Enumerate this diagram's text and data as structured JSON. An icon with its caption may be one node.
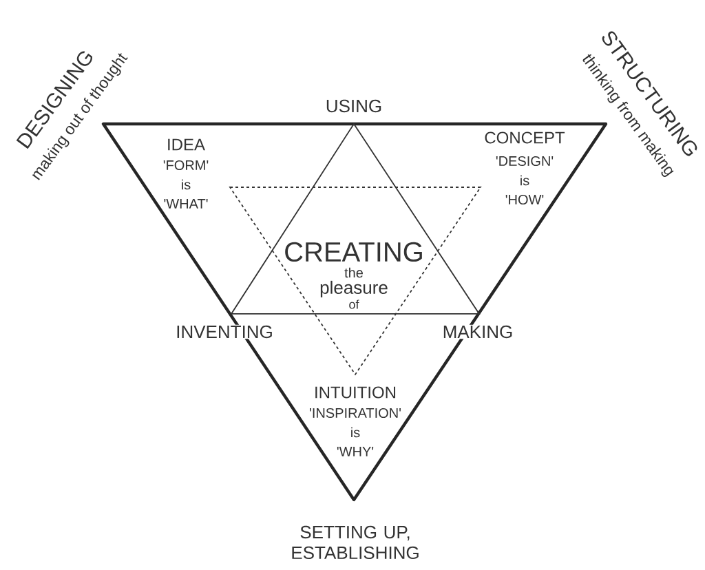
{
  "diagram": {
    "labels": [
      "DESIGNING",
      "making out of thought",
      "STRUCTURING",
      "thinking from making",
      "USING",
      "IDEA",
      "'FORM'",
      "is",
      "'WHAT'",
      "CONCEPT",
      "'DESIGN'",
      "is",
      "'HOW'",
      "CREATING",
      "the",
      "pleasure",
      "of",
      "INVENTING",
      "MAKING",
      "INTUITION",
      "'INSPIRATION'",
      "is",
      "'WHY'",
      "SETTING UP, ESTABLISHING"
    ]
  }
}
